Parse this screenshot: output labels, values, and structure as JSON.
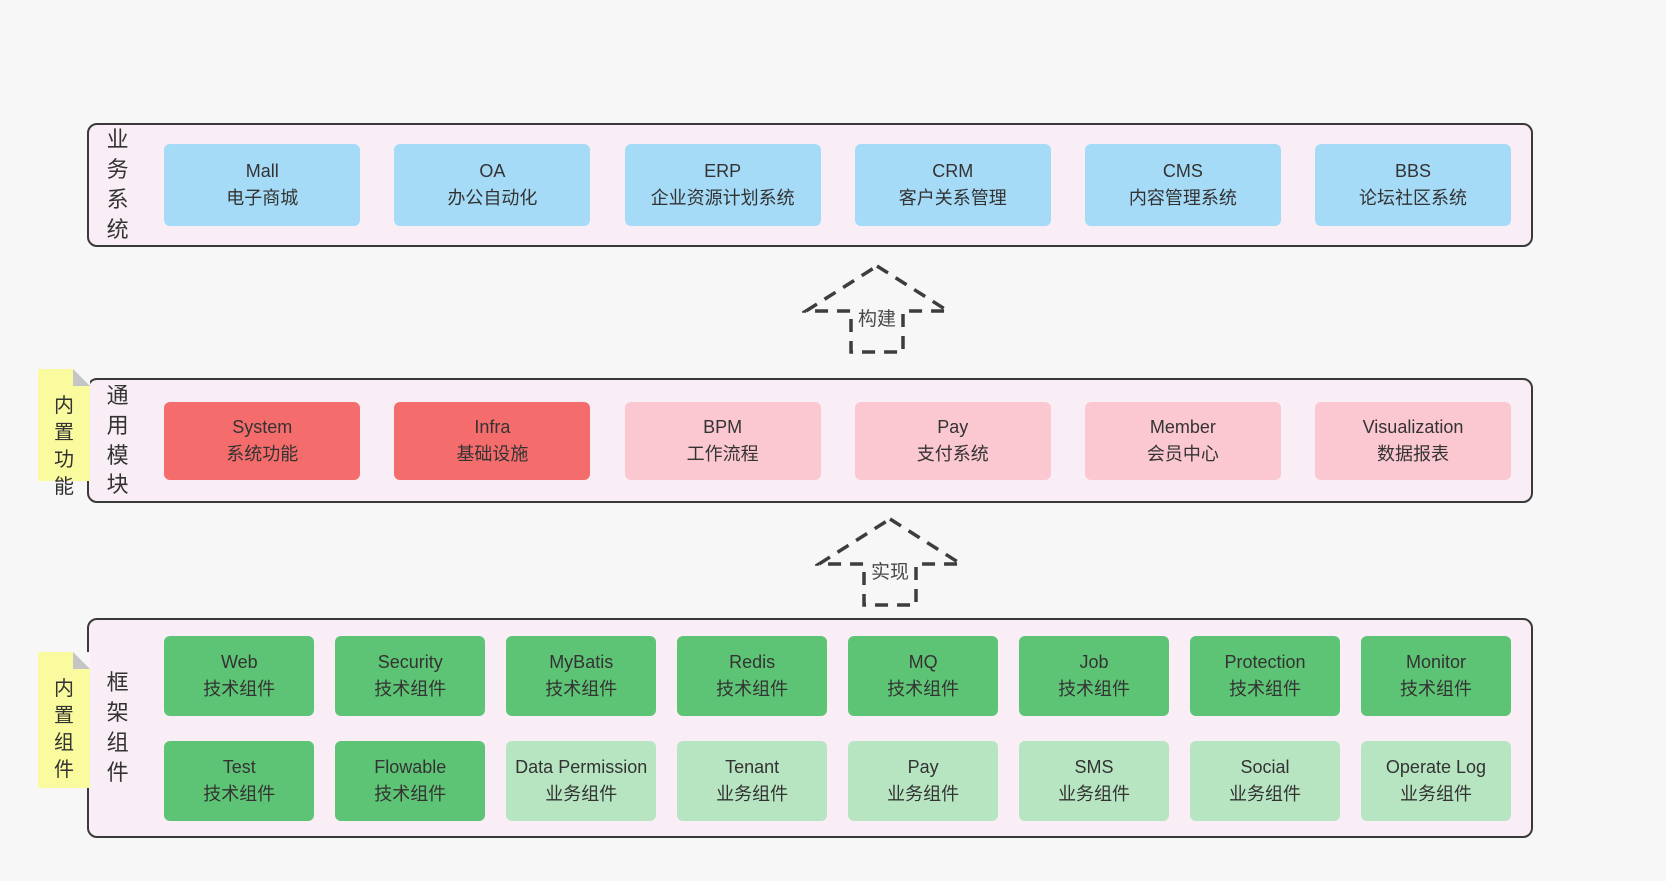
{
  "colors": {
    "page_bg": "#f7f7f7",
    "band_bg": "#f9eef6",
    "band_border": "#3a3a3a",
    "blue_box": "#a5dbf7",
    "red_box": "#f56c6c",
    "pink_box": "#fbc8d1",
    "green_box": "#5ec475",
    "light_green_box": "#b7e5c1",
    "sticky_bg": "#fafa9e",
    "sticky_fold": "#c5c5c5",
    "text": "#333333"
  },
  "arrows": [
    {
      "label": "构建"
    },
    {
      "label": "实现"
    }
  ],
  "bands": [
    {
      "label": "业务系统",
      "boxes": [
        {
          "name": "Mall",
          "sub": "电子商城"
        },
        {
          "name": "OA",
          "sub": "办公自动化"
        },
        {
          "name": "ERP",
          "sub": "企业资源计划系统"
        },
        {
          "name": "CRM",
          "sub": "客户关系管理"
        },
        {
          "name": "CMS",
          "sub": "内容管理系统"
        },
        {
          "name": "BBS",
          "sub": "论坛社区系统"
        }
      ]
    },
    {
      "label": "通用模块",
      "sticky": "内置功能",
      "boxes": [
        {
          "name": "System",
          "sub": "系统功能"
        },
        {
          "name": "Infra",
          "sub": "基础设施"
        },
        {
          "name": "BPM",
          "sub": "工作流程"
        },
        {
          "name": "Pay",
          "sub": "支付系统"
        },
        {
          "name": "Member",
          "sub": "会员中心"
        },
        {
          "name": "Visualization",
          "sub": "数据报表"
        }
      ]
    },
    {
      "label": "框架组件",
      "sticky": "内置组件",
      "boxes": [
        {
          "name": "Web",
          "sub": "技术组件"
        },
        {
          "name": "Security",
          "sub": "技术组件"
        },
        {
          "name": "MyBatis",
          "sub": "技术组件"
        },
        {
          "name": "Redis",
          "sub": "技术组件"
        },
        {
          "name": "MQ",
          "sub": "技术组件"
        },
        {
          "name": "Job",
          "sub": "技术组件"
        },
        {
          "name": "Protection",
          "sub": "技术组件"
        },
        {
          "name": "Monitor",
          "sub": "技术组件"
        },
        {
          "name": "Test",
          "sub": "技术组件"
        },
        {
          "name": "Flowable",
          "sub": "技术组件"
        },
        {
          "name": "Data Permission",
          "sub": "业务组件"
        },
        {
          "name": "Tenant",
          "sub": "业务组件"
        },
        {
          "name": "Pay",
          "sub": "业务组件"
        },
        {
          "name": "SMS",
          "sub": "业务组件"
        },
        {
          "name": "Social",
          "sub": "业务组件"
        },
        {
          "name": "Operate Log",
          "sub": "业务组件"
        }
      ]
    }
  ]
}
